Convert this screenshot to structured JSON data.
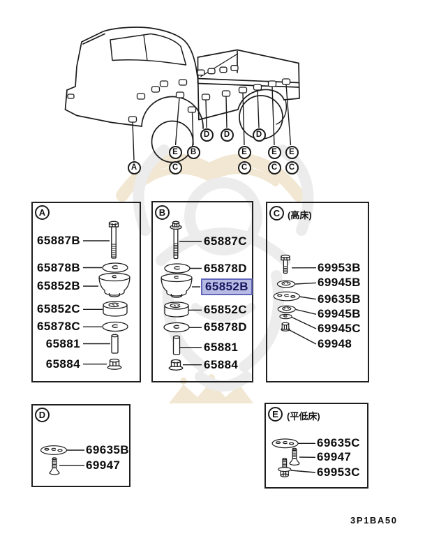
{
  "diagram": {
    "footer_code": "3P1BA50",
    "highlight": {
      "fill": "#b7bbe4",
      "border": "#6266bb"
    }
  },
  "truck": {
    "callouts": [
      {
        "letter": "A"
      },
      {
        "letter": "E"
      },
      {
        "letter": "C"
      },
      {
        "letter": "B"
      },
      {
        "letter": "D"
      },
      {
        "letter": "D"
      },
      {
        "letter": "E"
      },
      {
        "letter": "C"
      },
      {
        "letter": "D"
      },
      {
        "letter": "E"
      },
      {
        "letter": "C"
      },
      {
        "letter": "E"
      },
      {
        "letter": "C"
      }
    ]
  },
  "groups": {
    "a": {
      "letter": "A",
      "subtitle": "",
      "parts": [
        {
          "number": "65887B",
          "icon": "hex-bolt-icon"
        },
        {
          "number": "65878B",
          "icon": "washer-icon"
        },
        {
          "number": "65852B",
          "icon": "cushion-mount-icon"
        },
        {
          "number": "65852C",
          "icon": "spacer-cushion-icon"
        },
        {
          "number": "65878C",
          "icon": "washer-icon"
        },
        {
          "number": "65881",
          "icon": "collar-icon"
        },
        {
          "number": "65884",
          "icon": "flange-nut-icon"
        }
      ]
    },
    "b": {
      "letter": "B",
      "subtitle": "",
      "highlighted_part": "65852B",
      "parts": [
        {
          "number": "65887C",
          "icon": "flange-bolt-icon",
          "highlighted": false
        },
        {
          "number": "65878D",
          "icon": "washer-icon",
          "highlighted": false
        },
        {
          "number": "65852B",
          "icon": "cushion-mount-icon",
          "highlighted": true
        },
        {
          "number": "65852C",
          "icon": "spacer-cushion-icon",
          "highlighted": false
        },
        {
          "number": "65878D",
          "icon": "washer-icon",
          "highlighted": false
        },
        {
          "number": "65881",
          "icon": "collar-icon",
          "highlighted": false
        },
        {
          "number": "65884",
          "icon": "flange-nut-icon",
          "highlighted": false
        }
      ]
    },
    "c": {
      "letter": "C",
      "subtitle": "(高床)",
      "parts": [
        {
          "number": "69953B",
          "icon": "hex-bolt-icon"
        },
        {
          "number": "69945B",
          "icon": "washer-icon"
        },
        {
          "number": "69635B",
          "icon": "plate-washer-icon"
        },
        {
          "number": "69945B",
          "icon": "washer-icon"
        },
        {
          "number": "69945C",
          "icon": "small-washer-icon"
        },
        {
          "number": "69948",
          "icon": "nut-icon"
        }
      ]
    },
    "d": {
      "letter": "D",
      "subtitle": "",
      "parts": [
        {
          "number": "69635B",
          "icon": "plate-washer-icon"
        },
        {
          "number": "69947",
          "icon": "screw-icon"
        }
      ]
    },
    "e": {
      "letter": "E",
      "subtitle": "(平低床)",
      "parts": [
        {
          "number": "69635C",
          "icon": "plate-washer-icon"
        },
        {
          "number": "69947",
          "icon": "screw-icon"
        },
        {
          "number": "69953C",
          "icon": "flange-bolt-icon"
        }
      ]
    }
  }
}
